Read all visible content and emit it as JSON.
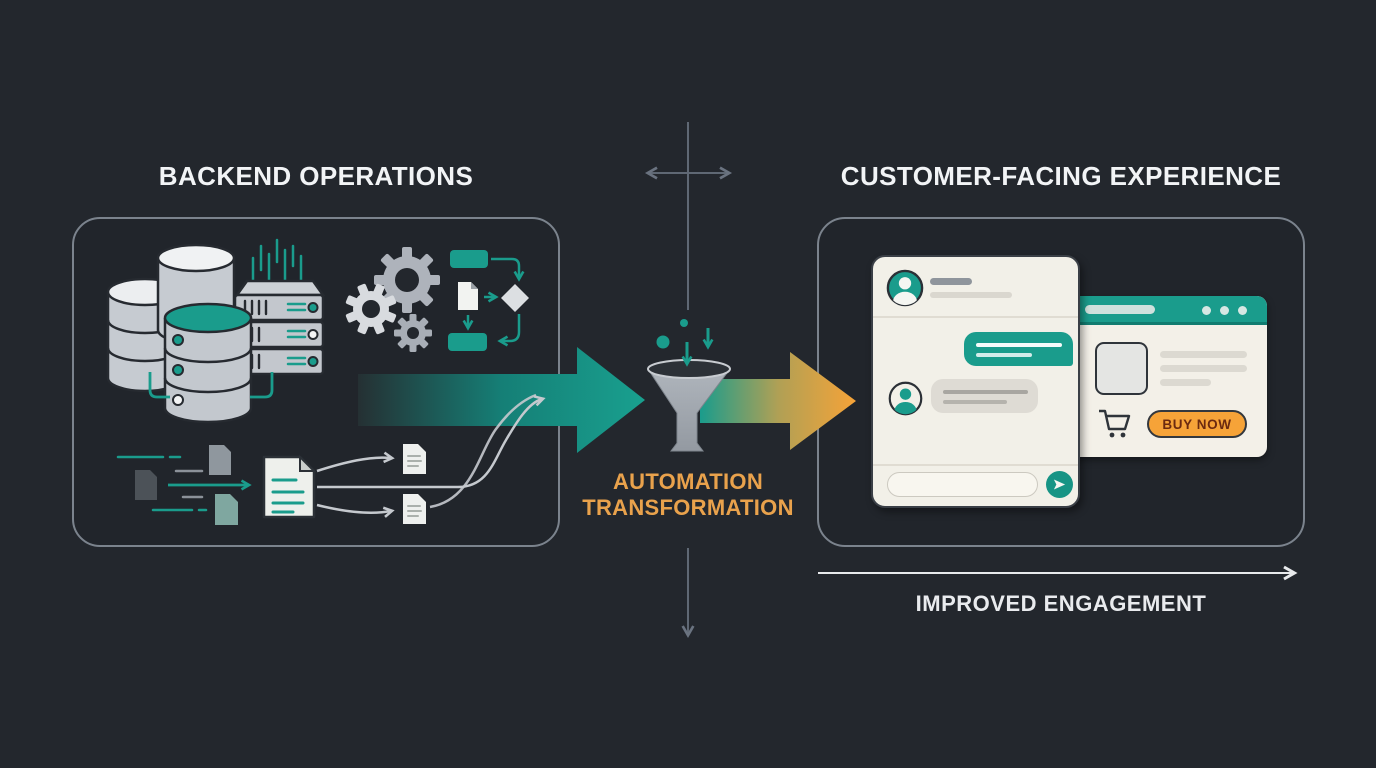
{
  "titles": {
    "left": "BACKEND OPERATIONS",
    "right": "CUSTOMER-FACING EXPERIENCE"
  },
  "center_label": {
    "line1": "AUTOMATION",
    "line2": "TRANSFORMATION"
  },
  "footer": {
    "caption": "IMPROVED ENGAGEMENT"
  },
  "browser": {
    "buy_now_label": "BUY NOW",
    "icons": [
      "cart-icon",
      "window-dots-icon",
      "address-bar"
    ]
  },
  "chat": {
    "icons": [
      "agent-avatar-icon",
      "user-avatar-icon",
      "send-icon"
    ]
  },
  "left_panel_icons": [
    "database-cluster-icon",
    "server-rack-icon",
    "gears-icon",
    "flowchart-icon",
    "documents-flow-icon"
  ],
  "center_icons": [
    "crosshair-arrows-icon",
    "funnel-icon",
    "data-flow-arrow-icon",
    "transform-arrow-icon",
    "down-arrow-icon"
  ],
  "colors": {
    "background": "#23272d",
    "panel_border": "#7b838d",
    "teal": "#1a9c8c",
    "orange": "#f6a338",
    "label_orange": "#e9a24c",
    "cream": "#f3f0e8",
    "card_border": "#3a3f46",
    "text_light": "#f2f4f6",
    "buy_now_text": "#6b2a10",
    "line_gray": "#626b77",
    "flow_line": "#c5c9ce",
    "icon_gray": "#c3c7cd"
  }
}
